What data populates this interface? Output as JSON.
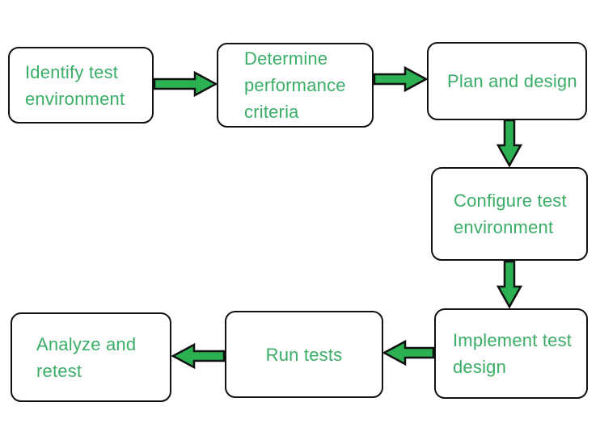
{
  "diagram": {
    "type": "flowchart",
    "background": "#ffffff",
    "colors": {
      "text_green": "#3aad66",
      "arrow_green": "#2bb052",
      "border_black": "#111111",
      "box_fill": "#ffffff"
    },
    "nodes": [
      {
        "id": "identify-test-environment",
        "label": "Identify test\nenvironment"
      },
      {
        "id": "determine-performance-criteria",
        "label": "Determine\nperformance\ncriteria"
      },
      {
        "id": "plan-and-design",
        "label": "Plan and design"
      },
      {
        "id": "configure-test-environment",
        "label": "Configure test\nenvironment"
      },
      {
        "id": "implement-test-design",
        "label": "Implement test\ndesign"
      },
      {
        "id": "run-tests",
        "label": "Run tests"
      },
      {
        "id": "analyze-and-retest",
        "label": "Analyze and\nretest"
      }
    ],
    "edges": [
      {
        "from": "identify-test-environment",
        "to": "determine-performance-criteria",
        "direction": "right"
      },
      {
        "from": "determine-performance-criteria",
        "to": "plan-and-design",
        "direction": "right"
      },
      {
        "from": "plan-and-design",
        "to": "configure-test-environment",
        "direction": "down"
      },
      {
        "from": "configure-test-environment",
        "to": "implement-test-design",
        "direction": "down"
      },
      {
        "from": "implement-test-design",
        "to": "run-tests",
        "direction": "left"
      },
      {
        "from": "run-tests",
        "to": "analyze-and-retest",
        "direction": "left"
      }
    ]
  }
}
